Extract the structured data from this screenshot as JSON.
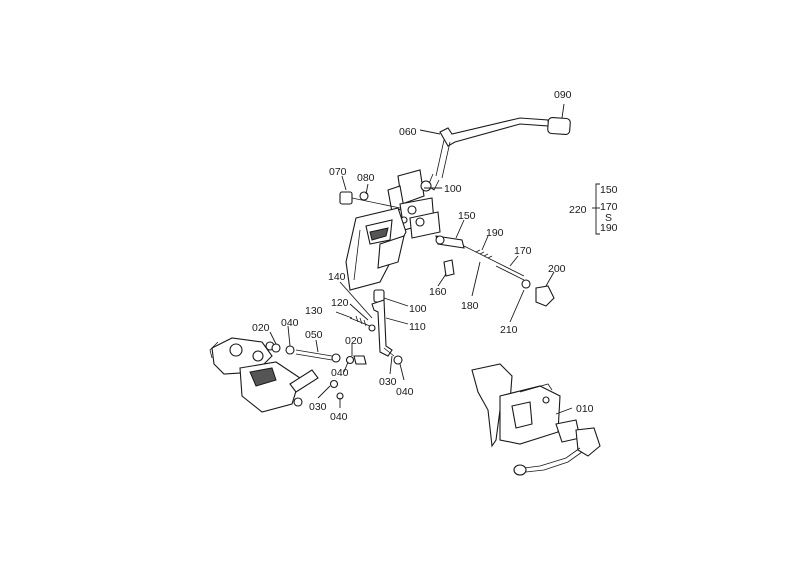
{
  "diagram": {
    "callouts": {
      "c010": "010",
      "c020a": "020",
      "c020b": "020",
      "c030a": "030",
      "c030b": "030",
      "c040a": "040",
      "c040b": "040",
      "c040c": "040",
      "c040d": "040",
      "c050": "050",
      "c060": "060",
      "c070": "070",
      "c080": "080",
      "c090": "090",
      "c100a": "100",
      "c100b": "100",
      "c110": "110",
      "c120": "120",
      "c130": "130",
      "c140": "140",
      "c150": "150",
      "c160": "160",
      "c170": "170",
      "c180": "180",
      "c190": "190",
      "c200": "200",
      "c210": "210"
    },
    "assembly_legend": {
      "group": "220",
      "items": [
        "150",
        "170",
        "S",
        "190"
      ]
    }
  }
}
